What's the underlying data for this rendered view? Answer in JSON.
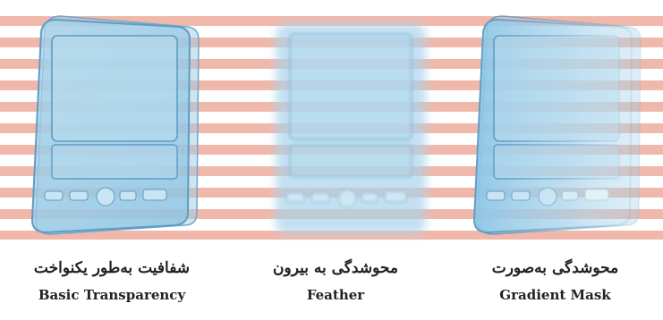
{
  "panels": [
    {
      "effect": "basic-transparency",
      "caption_fa": "شفافیت به‌طور یکنواخت",
      "caption_en": "Basic Transparency"
    },
    {
      "effect": "feather",
      "caption_fa": "محوشدگی به بیرون",
      "caption_en": "Feather"
    },
    {
      "effect": "gradient-mask",
      "caption_fa": "محوشدگی به‌صورت",
      "caption_en": "Gradient Mask"
    }
  ],
  "colors": {
    "stripe": "#f0b8ab",
    "device_fill": "#a9d3ea",
    "device_outline": "#6fa8cc",
    "text": "#222222"
  }
}
